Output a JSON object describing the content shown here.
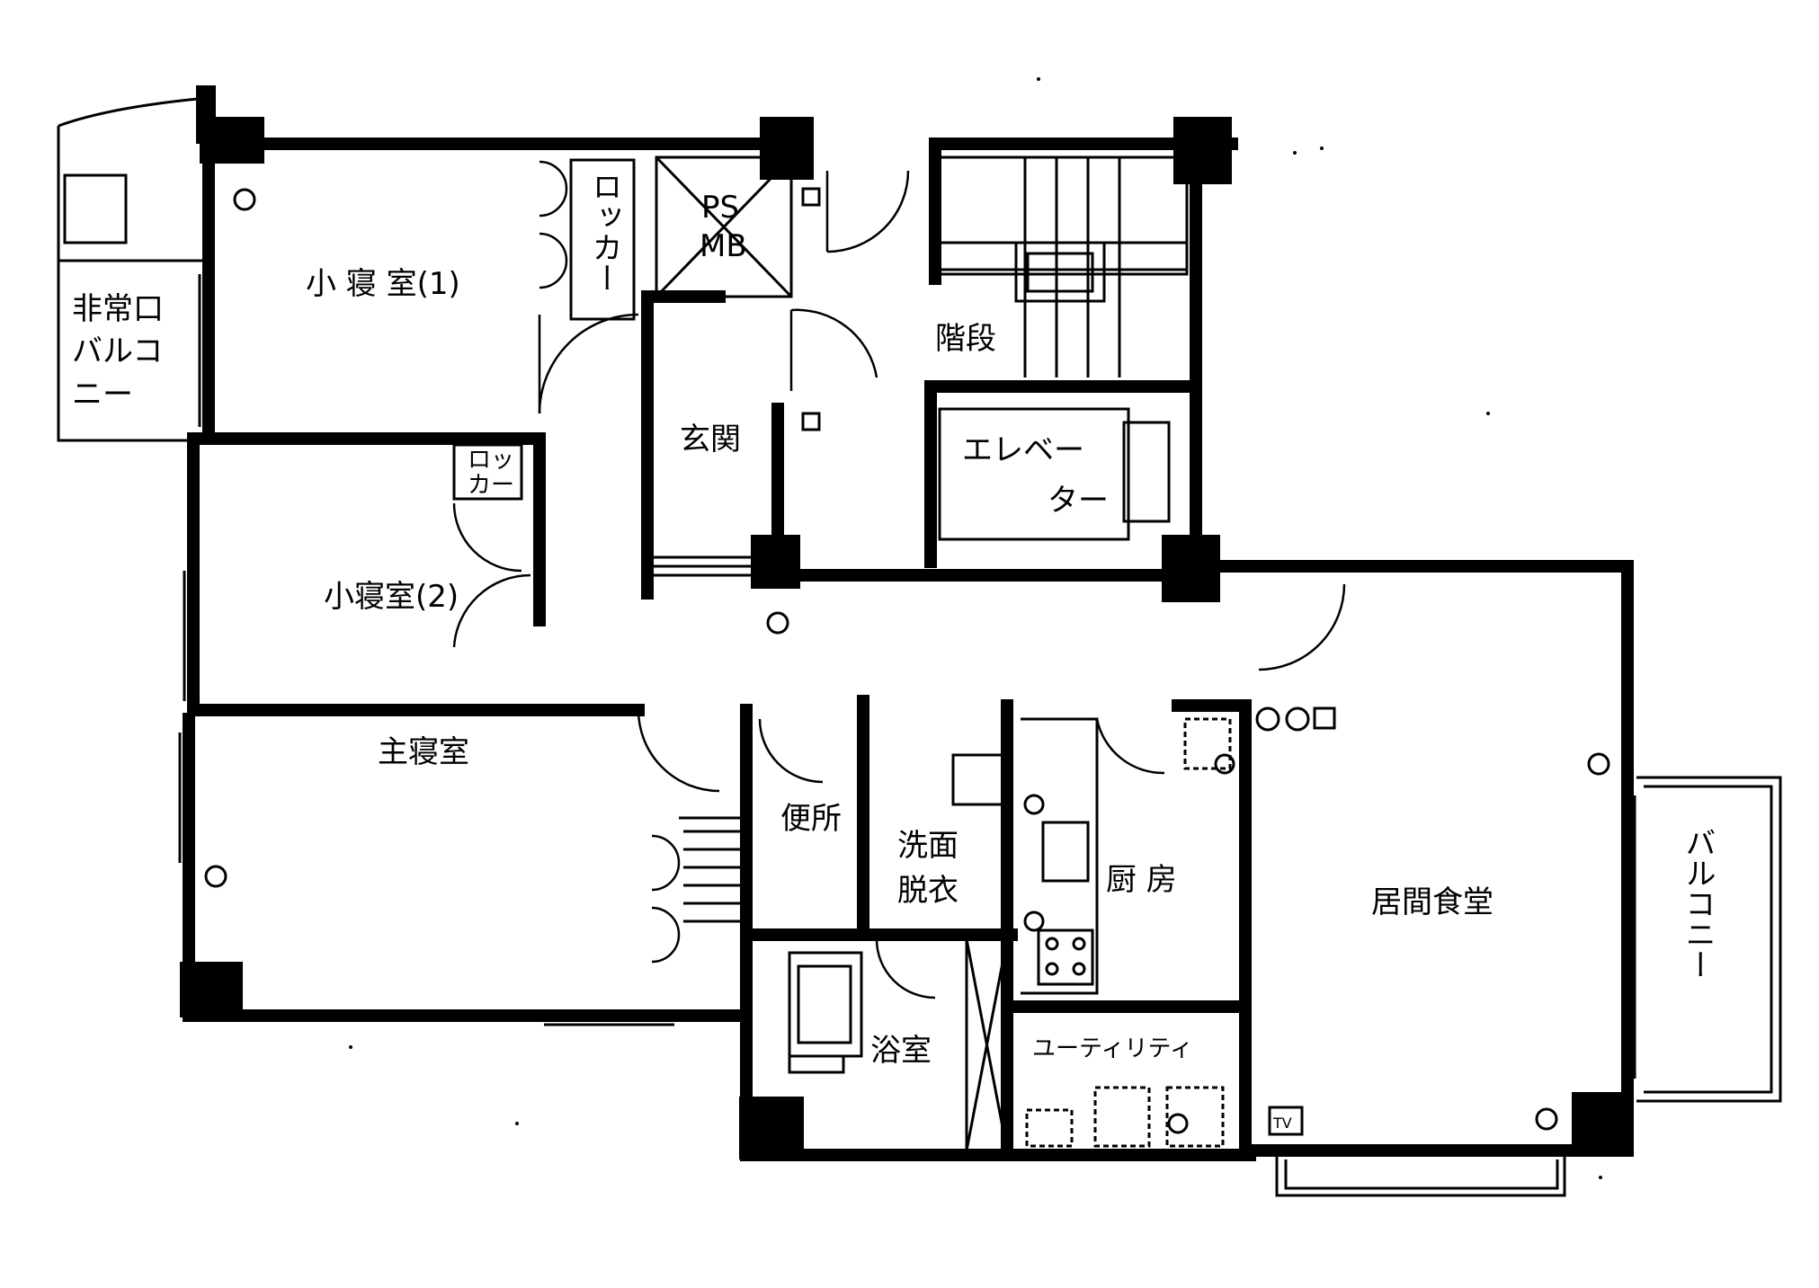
{
  "rooms": {
    "small_bedroom_1": "小 寝 室(1)",
    "small_bedroom_2": "小寝室(2)",
    "master_bedroom": "主寝室",
    "emergency_balcony_1": "非常口",
    "emergency_balcony_2": "バルコ",
    "emergency_balcony_3": "ニー",
    "locker_vertical": "ロッカー",
    "locker_small_1": "ロッ",
    "locker_small_2": "カー",
    "ps_mb_1": "PS",
    "ps_mb_2": "MB",
    "entrance": "玄関",
    "stairs": "階段",
    "elevator_1": "エレベー",
    "elevator_2": "ター",
    "toilet": "便所",
    "washroom_1": "洗面",
    "washroom_2": "脱衣",
    "bathroom": "浴室",
    "kitchen": "厨 房",
    "utility": "ユーティリティ",
    "living_dining": "居間食堂",
    "balcony": "バルコニー",
    "tv_mark": "TV"
  }
}
